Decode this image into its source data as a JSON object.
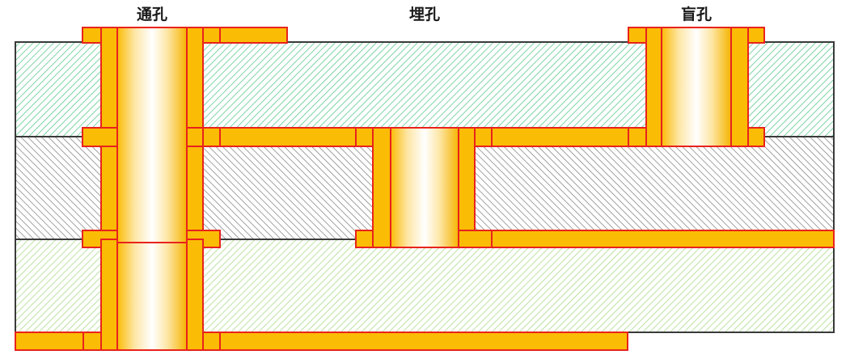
{
  "labels": {
    "through_via": "通孔",
    "buried_via": "埋孔",
    "blind_via": "盲孔"
  },
  "colors": {
    "copper_fill": "#fbbc05",
    "copper_outline": "#e8231c",
    "layer_top_hatch": "#5ec98f",
    "layer_middle_hatch": "#8a8a8a",
    "layer_bottom_hatch": "#a9dc8c",
    "board_outline": "#3a3a3a",
    "hole_center": "#ffffff"
  },
  "layers": [
    {
      "name": "top-dielectric",
      "hatch": "slash"
    },
    {
      "name": "core",
      "hatch": "backslash"
    },
    {
      "name": "bottom-dielectric",
      "hatch": "slash"
    }
  ]
}
